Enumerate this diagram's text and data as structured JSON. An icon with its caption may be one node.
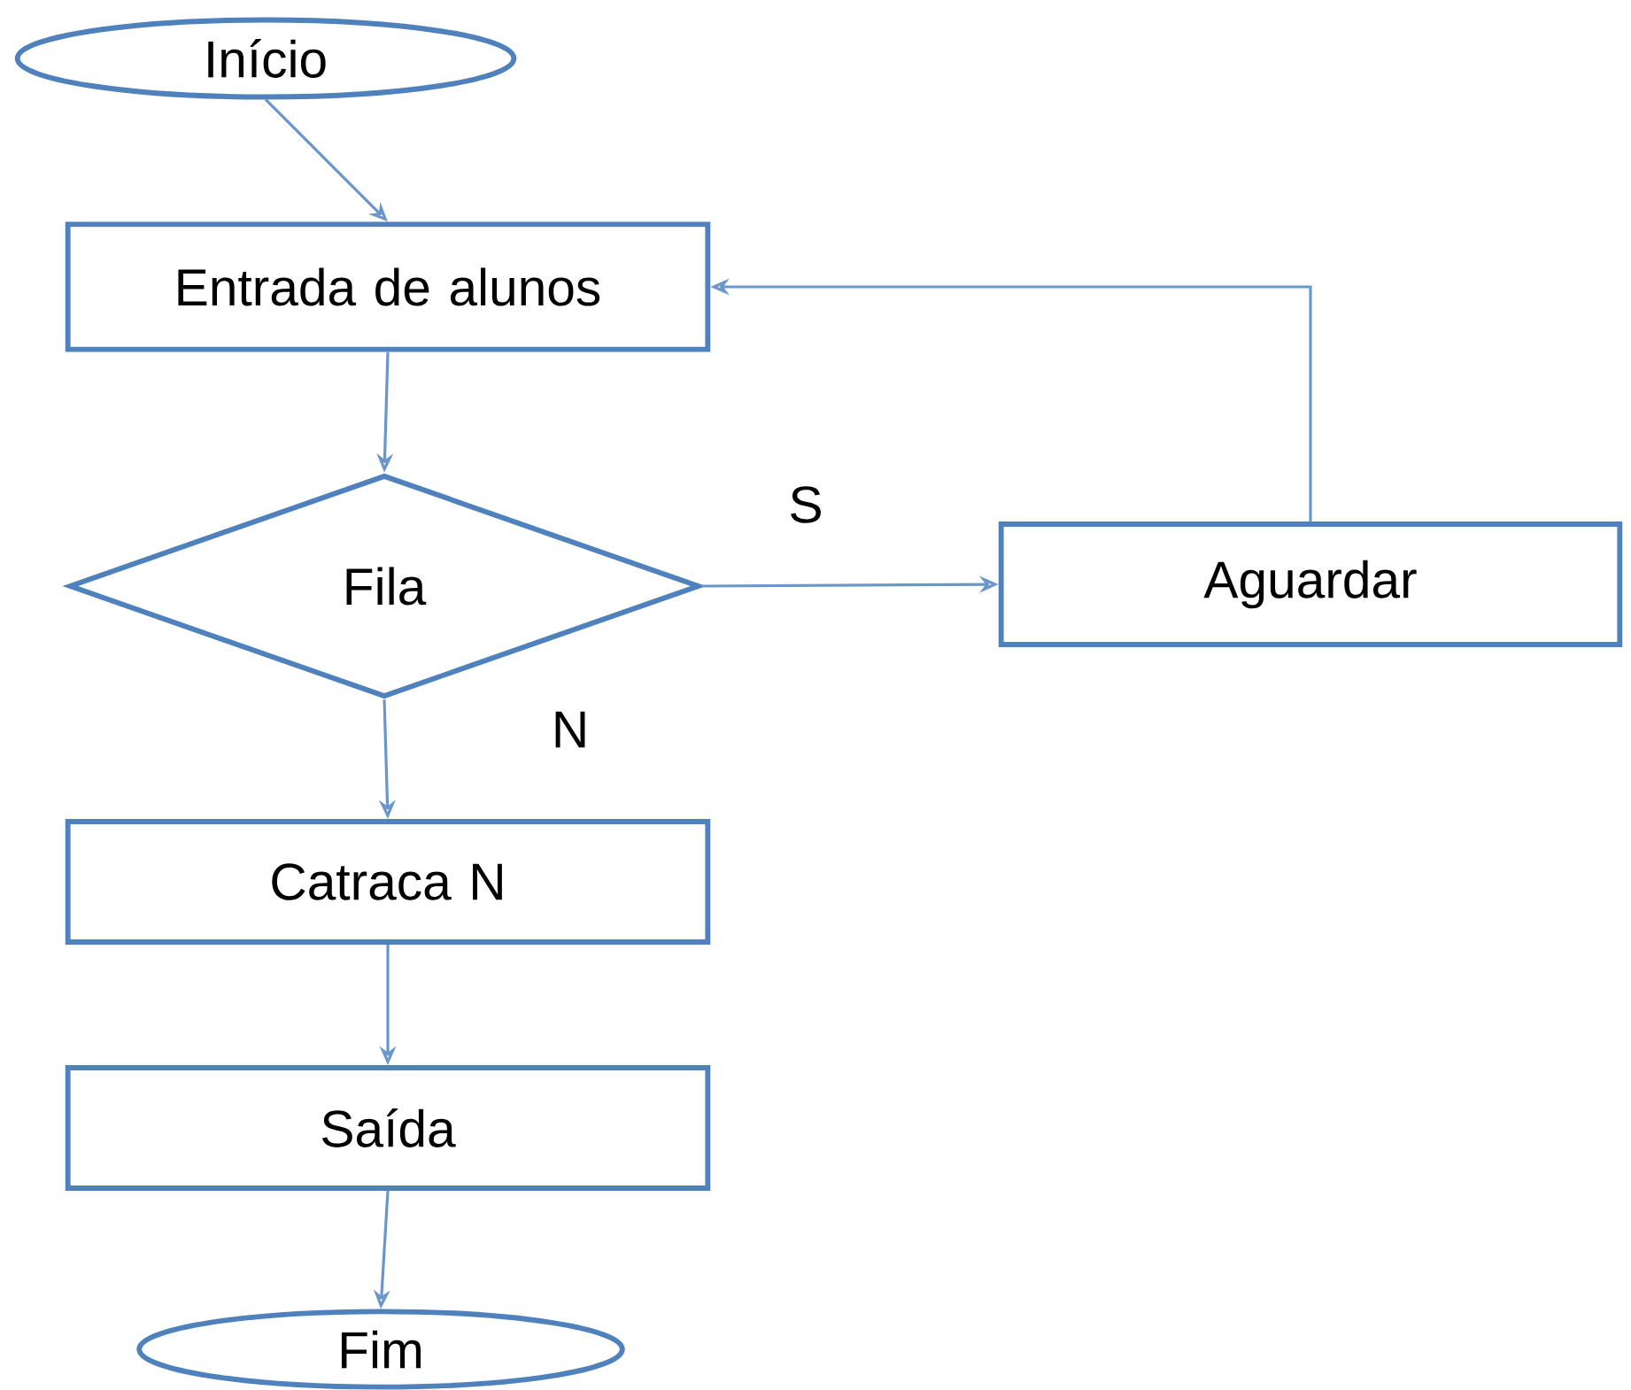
{
  "diagram": {
    "nodes": [
      {
        "text": [
          "Início"
        ]
      },
      {
        "text": [
          "Entrada de alunos"
        ]
      },
      {
        "text": [
          "Fila"
        ]
      },
      {
        "text": [
          "Aguardar"
        ]
      },
      {
        "text": [
          "Catraca N"
        ]
      },
      {
        "text": [
          "Saída"
        ]
      },
      {
        "text": [
          "Fim"
        ]
      }
    ],
    "edges": [
      {
        "from": 0,
        "to": 1,
        "arrow": "to"
      },
      {
        "from": 1,
        "to": 2,
        "arrow": "to"
      },
      {
        "from": 2,
        "to": 3,
        "arrow": "to",
        "label": "S"
      },
      {
        "from": 3,
        "to": 1,
        "arrow": "to"
      },
      {
        "from": 2,
        "to": 4,
        "arrow": "to",
        "label": "N"
      },
      {
        "from": 4,
        "to": 5,
        "arrow": "to"
      },
      {
        "from": 5,
        "to": 6,
        "arrow": "to"
      }
    ]
  }
}
